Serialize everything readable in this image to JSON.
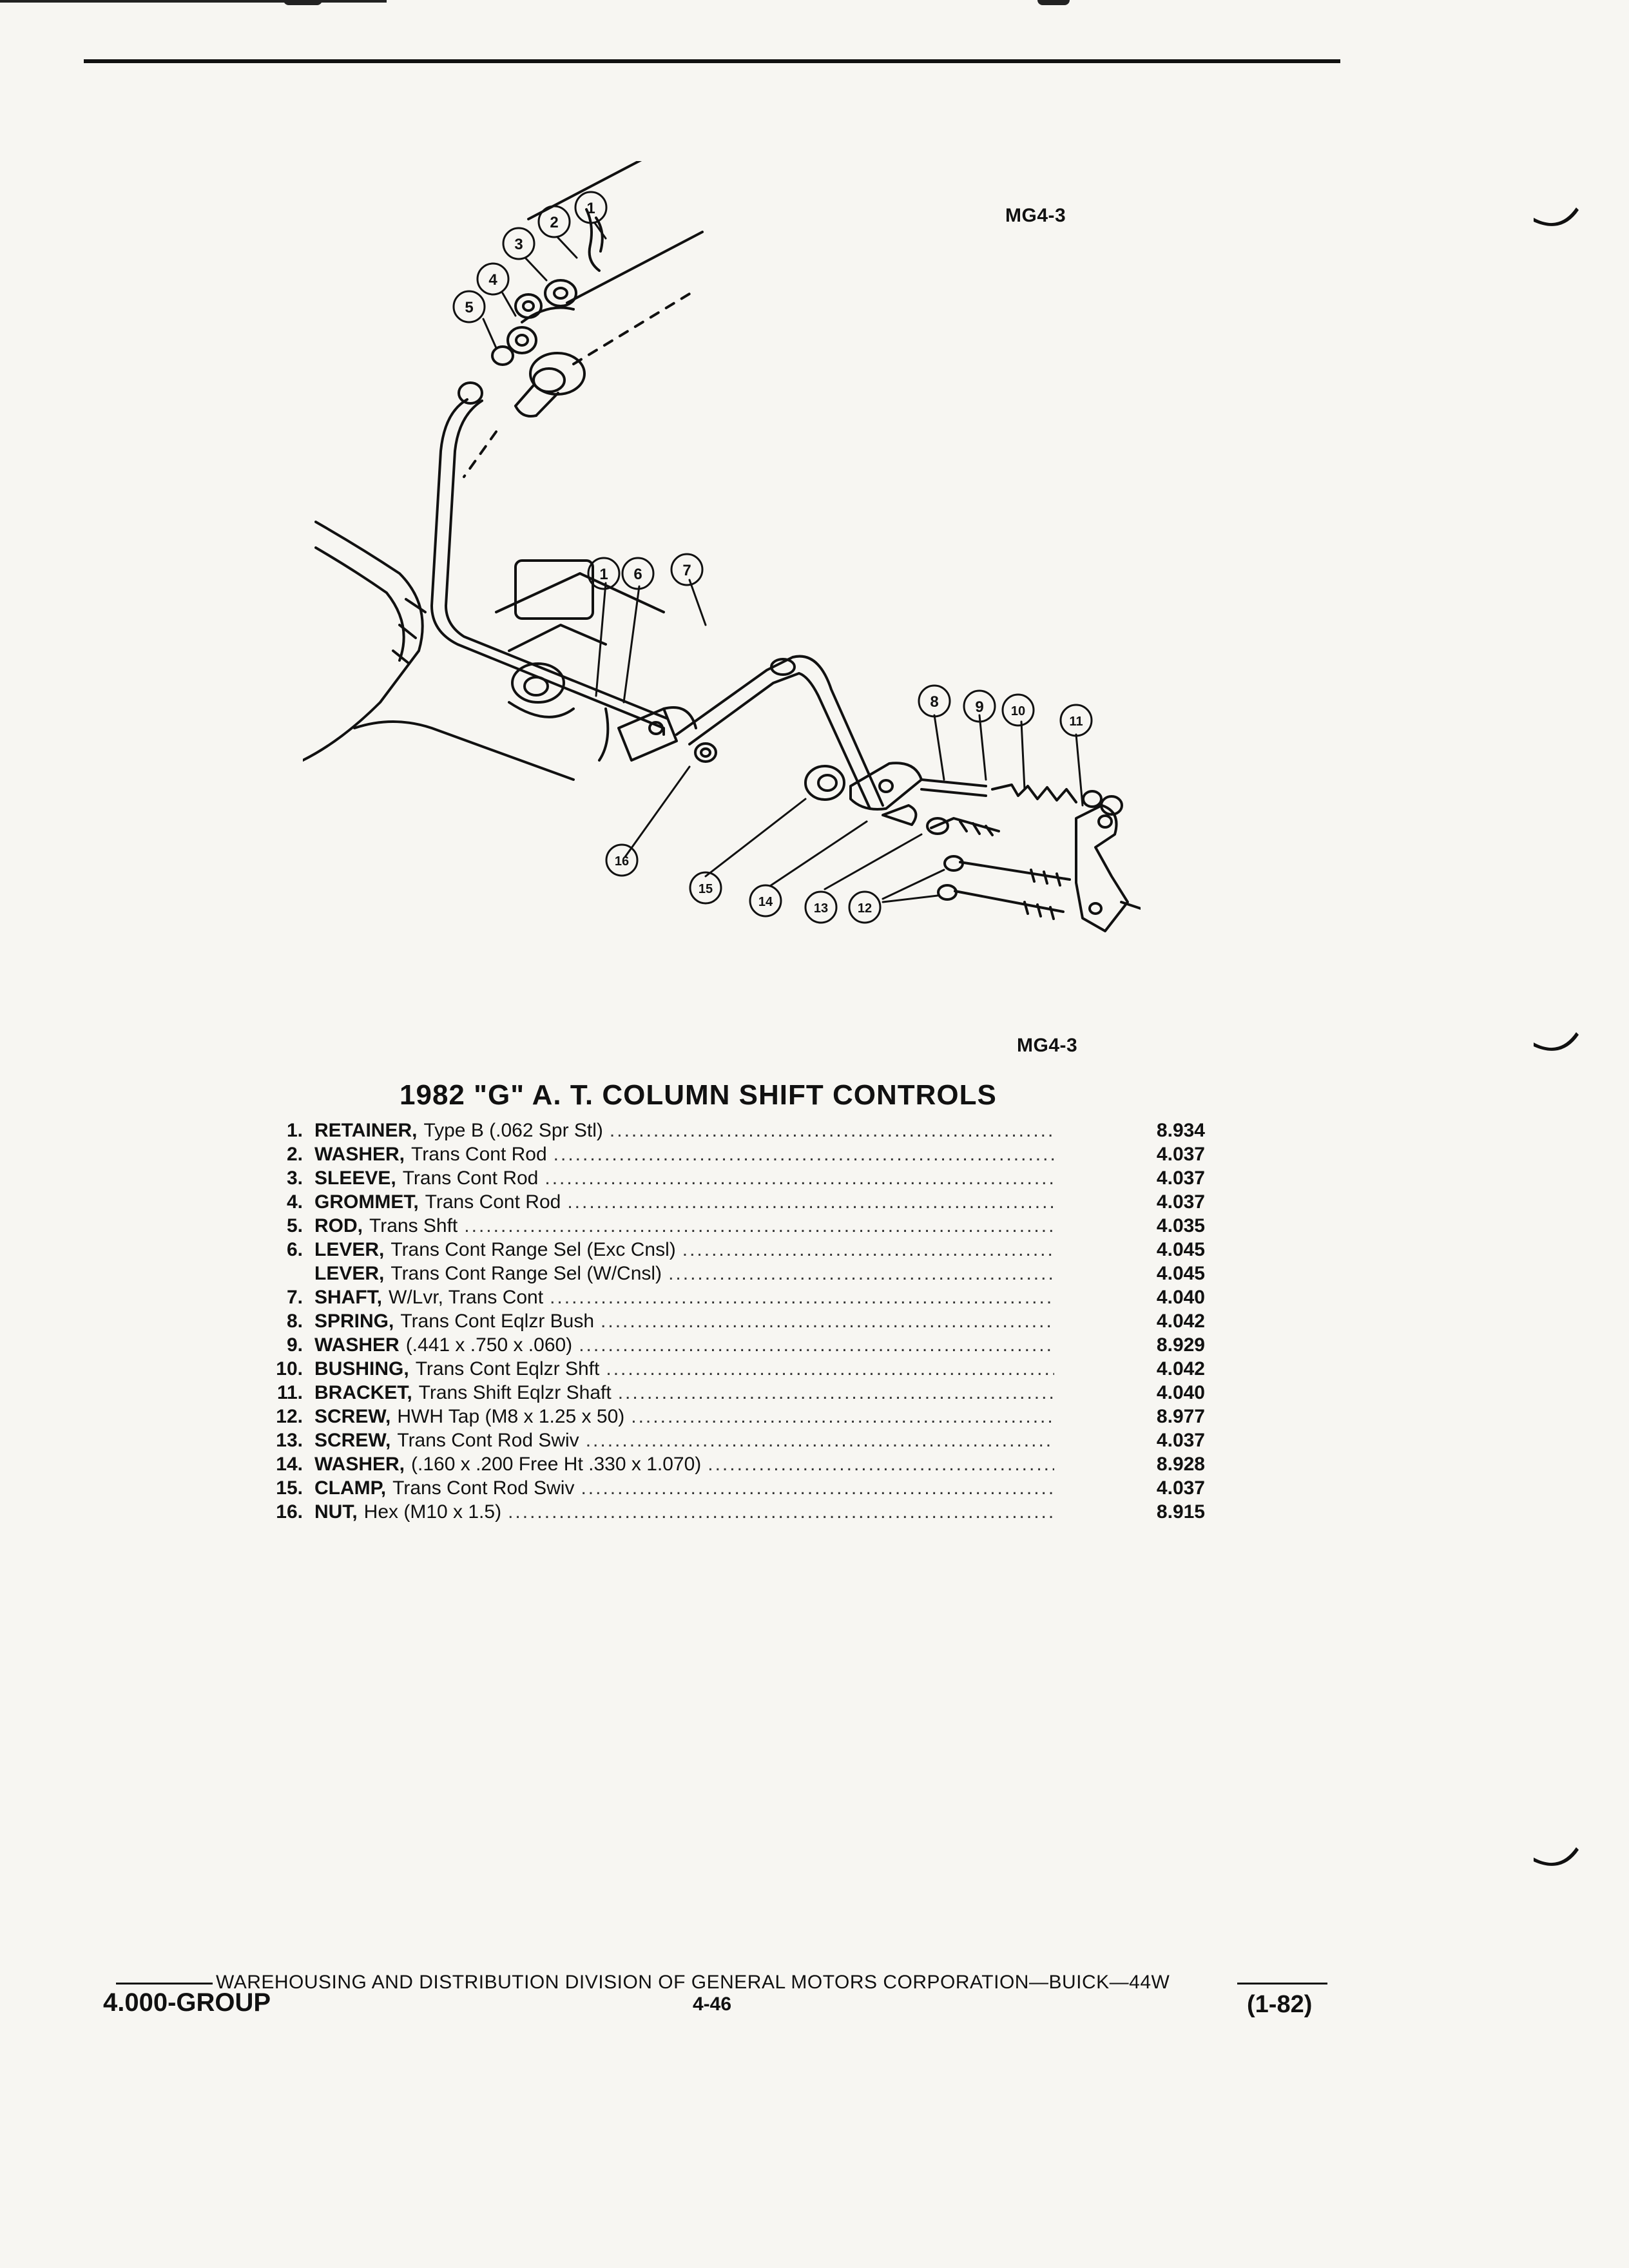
{
  "figure": {
    "label_top": "MG4-3",
    "label_bottom": "MG4-3"
  },
  "callouts": [
    "1",
    "2",
    "3",
    "4",
    "5",
    "1",
    "6",
    "7",
    "8",
    "9",
    "10",
    "11",
    "16",
    "15",
    "14",
    "13",
    "12"
  ],
  "title": "1982 \"G\" A. T. COLUMN SHIFT CONTROLS",
  "parts": [
    {
      "num": "1.",
      "name": "RETAINER,",
      "desc": "Type B (.062 Spr Stl)",
      "group": "8.934"
    },
    {
      "num": "2.",
      "name": "WASHER,",
      "desc": "Trans Cont Rod",
      "group": "4.037"
    },
    {
      "num": "3.",
      "name": "SLEEVE,",
      "desc": "Trans Cont Rod",
      "group": "4.037"
    },
    {
      "num": "4.",
      "name": "GROMMET,",
      "desc": "Trans Cont Rod",
      "group": "4.037"
    },
    {
      "num": "5.",
      "name": "ROD,",
      "desc": "Trans Shft",
      "group": "4.035"
    },
    {
      "num": "6.",
      "name": "LEVER,",
      "desc": "Trans Cont Range Sel (Exc Cnsl)",
      "group": "4.045"
    },
    {
      "num": "",
      "name": "LEVER,",
      "desc": "Trans Cont Range Sel (W/Cnsl)",
      "group": "4.045"
    },
    {
      "num": "7.",
      "name": "SHAFT,",
      "desc": "W/Lvr, Trans Cont",
      "group": "4.040"
    },
    {
      "num": "8.",
      "name": "SPRING,",
      "desc": "Trans Cont Eqlzr Bush",
      "group": "4.042"
    },
    {
      "num": "9.",
      "name": "WASHER",
      "desc": "(.441 x .750 x .060)",
      "group": "8.929"
    },
    {
      "num": "10.",
      "name": "BUSHING,",
      "desc": "Trans Cont Eqlzr Shft",
      "group": "4.042"
    },
    {
      "num": "11.",
      "name": "BRACKET,",
      "desc": "Trans Shift Eqlzr Shaft",
      "group": "4.040"
    },
    {
      "num": "12.",
      "name": "SCREW,",
      "desc": "HWH Tap (M8 x 1.25 x 50)",
      "group": "8.977"
    },
    {
      "num": "13.",
      "name": "SCREW,",
      "desc": "Trans Cont Rod Swiv",
      "group": "4.037"
    },
    {
      "num": "14.",
      "name": "WASHER,",
      "desc": "(.160 x .200 Free Ht .330 x 1.070)",
      "group": "8.928"
    },
    {
      "num": "15.",
      "name": "CLAMP,",
      "desc": "Trans Cont Rod Swiv",
      "group": "4.037"
    },
    {
      "num": "16.",
      "name": "NUT,",
      "desc": "Hex (M10 x 1.5)",
      "group": "8.915"
    }
  ],
  "footer": {
    "division": "WAREHOUSING AND DISTRIBUTION DIVISION OF GENERAL MOTORS CORPORATION—BUICK—44W",
    "group": "4.000-GROUP",
    "page": "4-46",
    "date": "(1-82)"
  }
}
